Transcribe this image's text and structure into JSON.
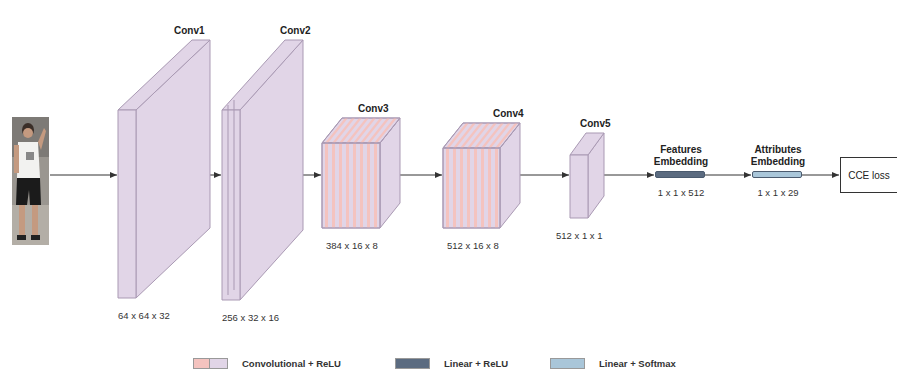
{
  "diagram": {
    "nodes": [
      {
        "text": [
          "Conv1",
          "64 x 64 x 32"
        ]
      },
      {
        "text": [
          "Conv2",
          "256 x 32 x 16"
        ]
      },
      {
        "text": [
          "Conv3",
          "384 x 16 x 8"
        ]
      },
      {
        "text": [
          "Conv4",
          "512 x 16 x 8"
        ]
      },
      {
        "text": [
          "Conv5",
          "512 x 1 x 1"
        ]
      },
      {
        "text": [
          "Features Embedding",
          "1 x 1 x 512"
        ]
      },
      {
        "text": [
          "Attributes Embedding",
          "1 x 1 x 29"
        ]
      },
      {
        "text": [
          "CCE loss"
        ]
      }
    ],
    "edges": [
      {
        "from": 0,
        "to": 1,
        "arrow": "to"
      },
      {
        "from": 1,
        "to": 2,
        "arrow": "to"
      },
      {
        "from": 2,
        "to": 3,
        "arrow": "to"
      },
      {
        "from": 3,
        "to": 4,
        "arrow": "to"
      },
      {
        "from": 4,
        "to": 5,
        "arrow": "to"
      },
      {
        "from": 5,
        "to": 6,
        "arrow": "to"
      },
      {
        "from": 6,
        "to": 7,
        "arrow": "to"
      }
    ],
    "legend": [
      {
        "text": "Convolutional + ReLU",
        "color": "#e1d5e7"
      },
      {
        "text": "Linear + ReLU",
        "color": "#5b6b80"
      },
      {
        "text": "Linear + Softmax",
        "color": "#a9c6d9"
      }
    ]
  }
}
